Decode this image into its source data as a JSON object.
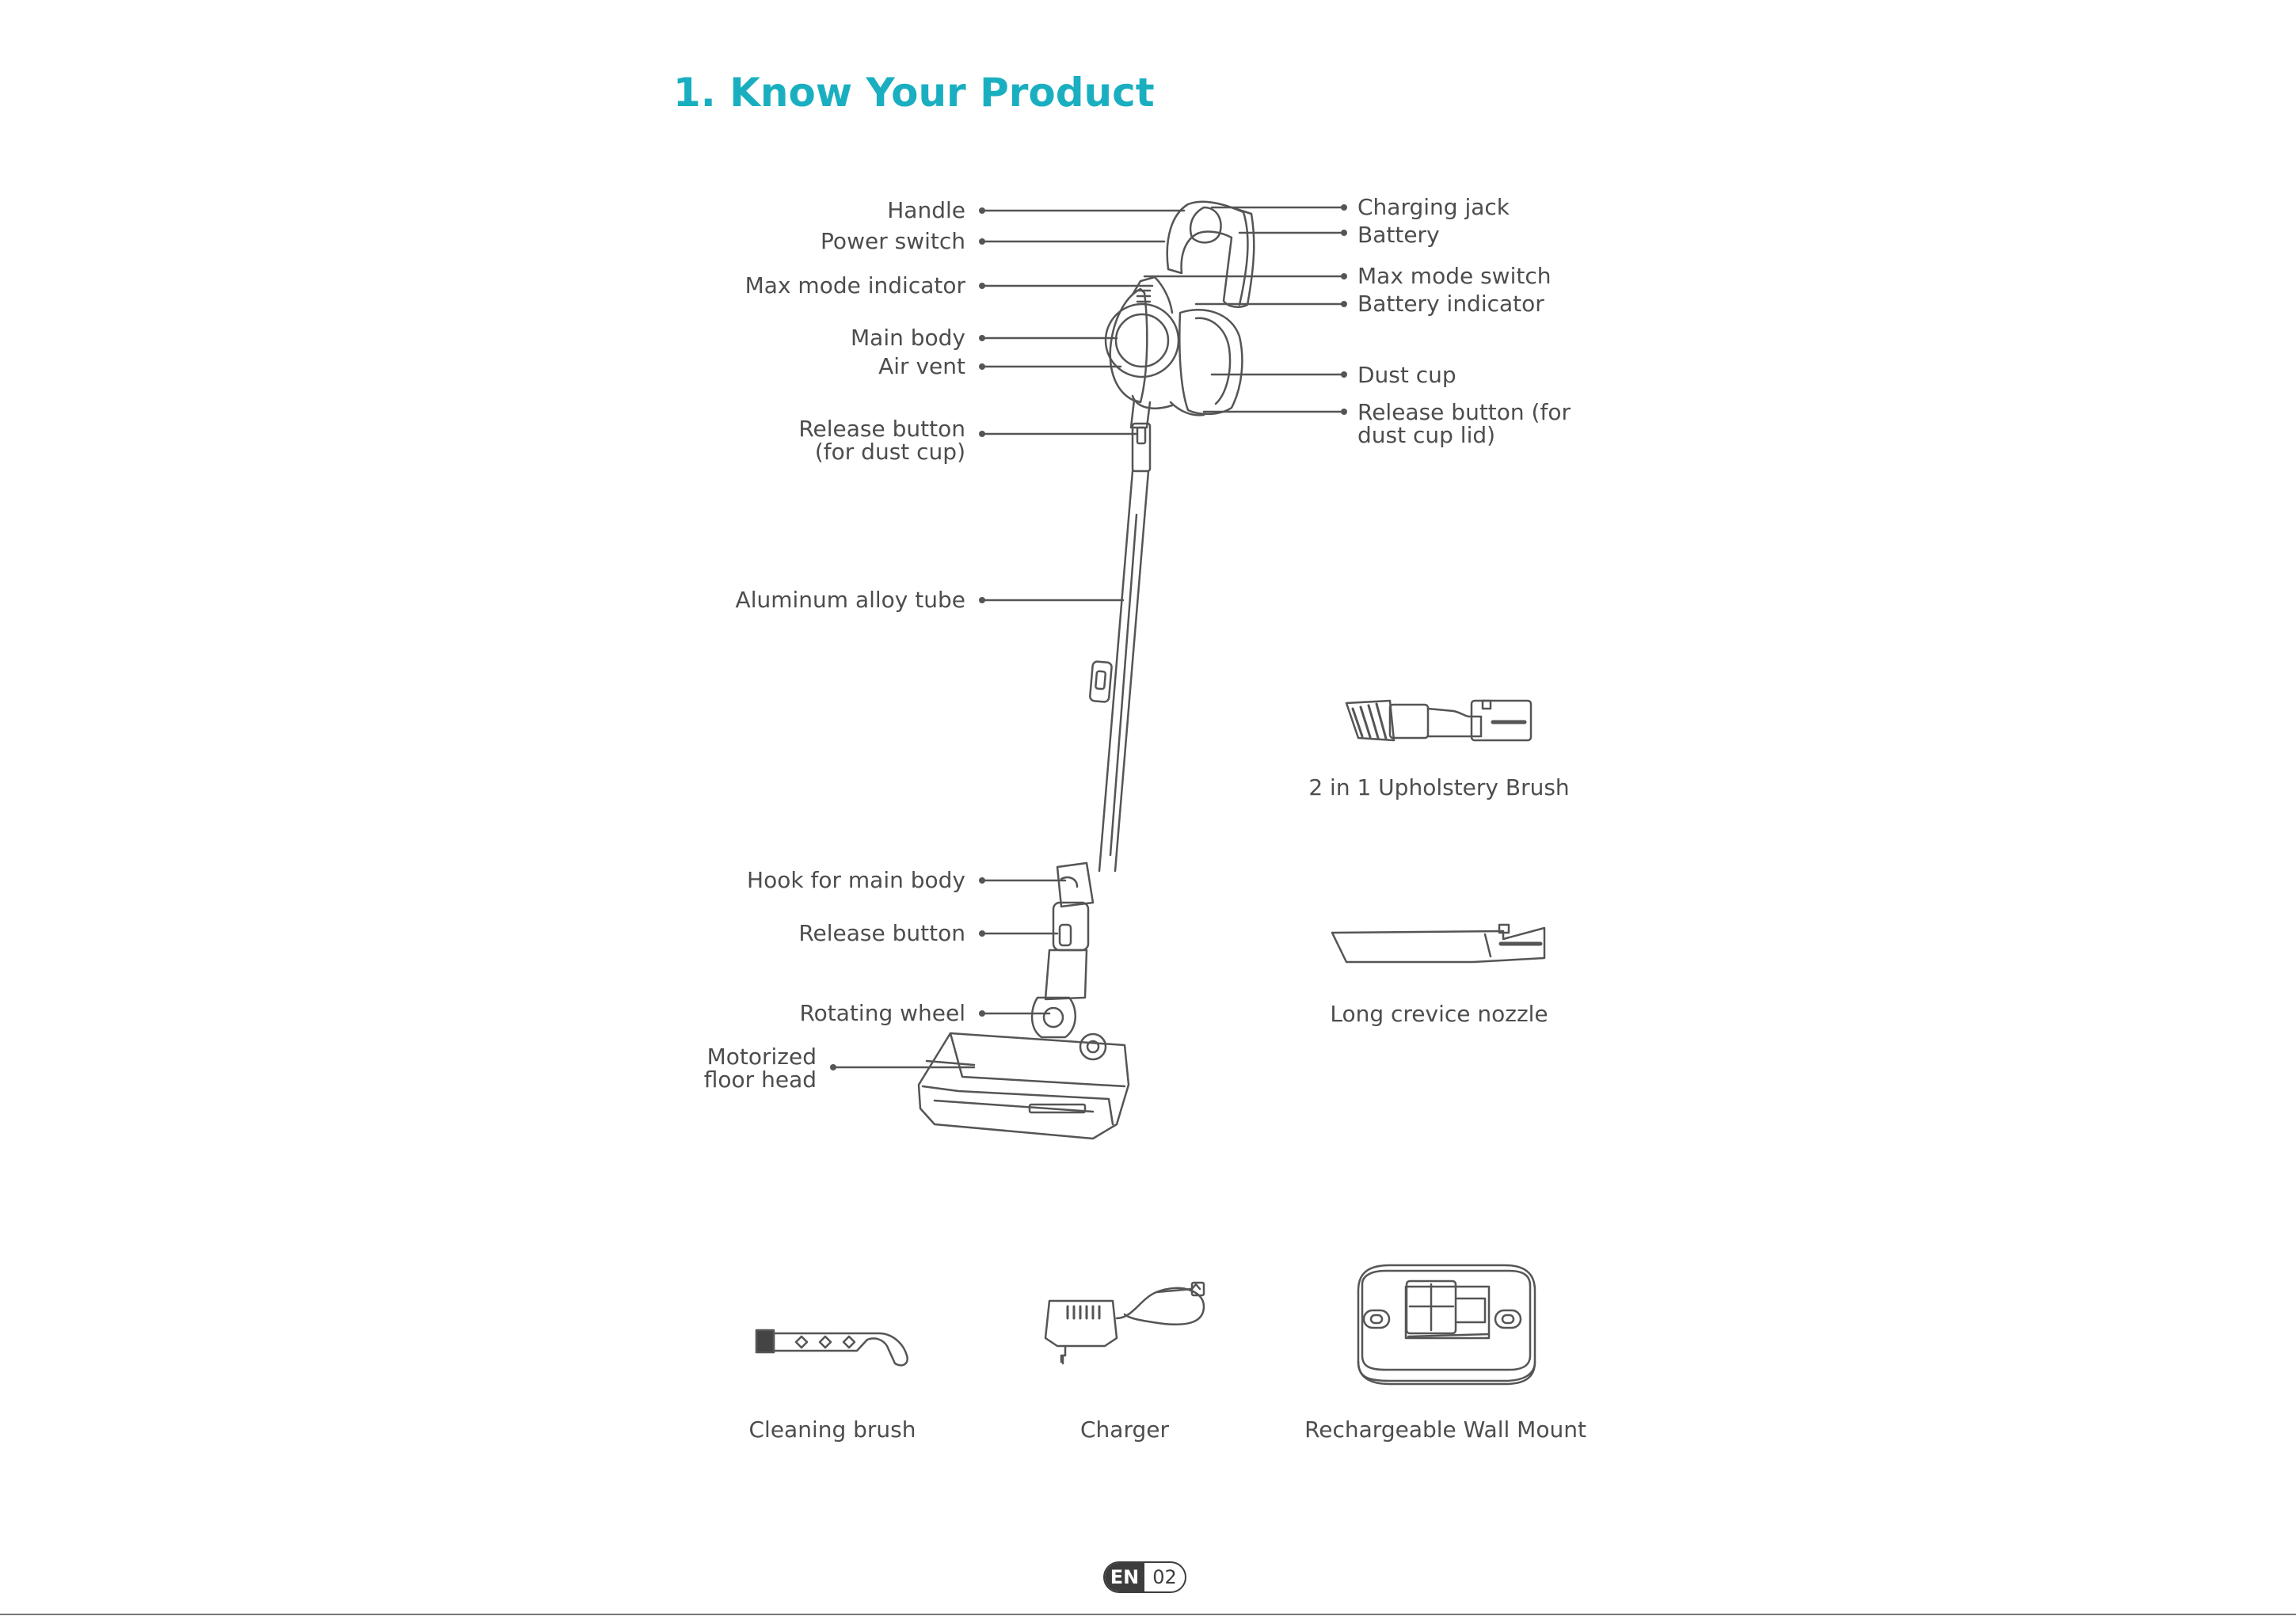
{
  "page": {
    "title": "1. Know Your Product",
    "accent_color": "#1aafc0",
    "language": "EN",
    "page_number": "02"
  },
  "labels": {
    "handle": "Handle",
    "power_switch": "Power switch",
    "max_mode_indicator": "Max mode indicator",
    "main_body": "Main body",
    "air_vent": "Air vent",
    "release_button_dust_cup": "Release button\n(for dust cup)",
    "aluminum_tube": "Aluminum alloy tube",
    "hook_main_body": "Hook for main body",
    "release_button": "Release button",
    "rotating_wheel": "Rotating wheel",
    "motorized_floor_head": "Motorized\nfloor head",
    "charging_jack": "Charging jack",
    "battery": "Battery",
    "max_mode_switch": "Max mode switch",
    "battery_indicator": "Battery indicator",
    "dust_cup": "Dust cup",
    "release_button_dust_cup_lid": "Release button (for\ndust cup lid)"
  },
  "accessories": {
    "upholstery_brush": "2 in 1 Upholstery Brush",
    "crevice_nozzle": "Long crevice nozzle",
    "cleaning_brush": "Cleaning brush",
    "charger": "Charger",
    "wall_mount": "Rechargeable Wall Mount"
  }
}
